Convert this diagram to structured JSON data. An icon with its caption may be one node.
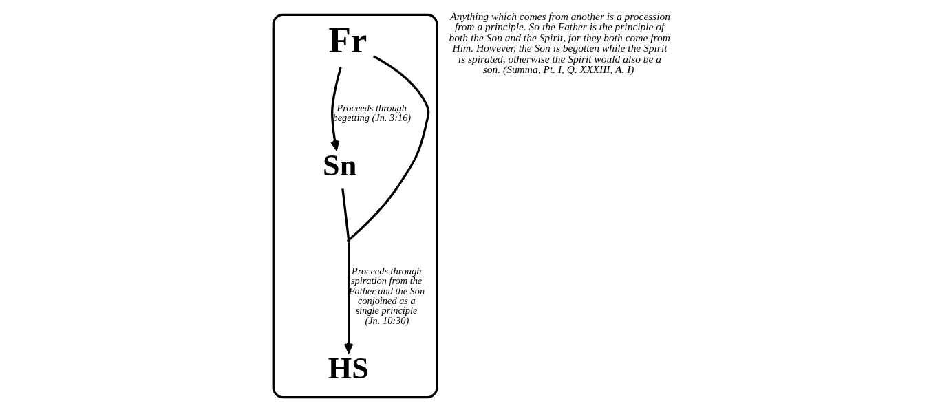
{
  "diagram": {
    "nodes": [
      {
        "text": [],
        "shape": "triangle"
      },
      {
        "text": [
          "Fr"
        ],
        "in": 0
      },
      {
        "text": [
          "Sn"
        ],
        "in": 0
      },
      {
        "text": [
          "HS"
        ],
        "in": 0
      },
      {
        "text": [],
        "shape": "point",
        "in": 0
      }
    ],
    "edges": [
      {
        "from": 1,
        "to": 2,
        "arrow": "to",
        "label": "Proceeds through begetting (Jn. 3:16)"
      },
      {
        "from": 1,
        "to": 4,
        "arrow": "none"
      },
      {
        "from": 2,
        "to": 4,
        "arrow": "none"
      },
      {
        "from": 4,
        "to": 3,
        "arrow": "to",
        "label": "Proceeds through spiration from the Father and the Son conjoined as a single principle (Jn. 10:30)"
      }
    ],
    "labels": [
      "Anything which comes from another is a procession from a principle. So the Father is the principle of both the Son and the Spirit, for they both come from Him. However, the Son is begotten while the Spirit is spirated, otherwise the Spirit would also be a son. (Summa, Pt. I, Q. XXXIII, A. I)"
    ]
  }
}
